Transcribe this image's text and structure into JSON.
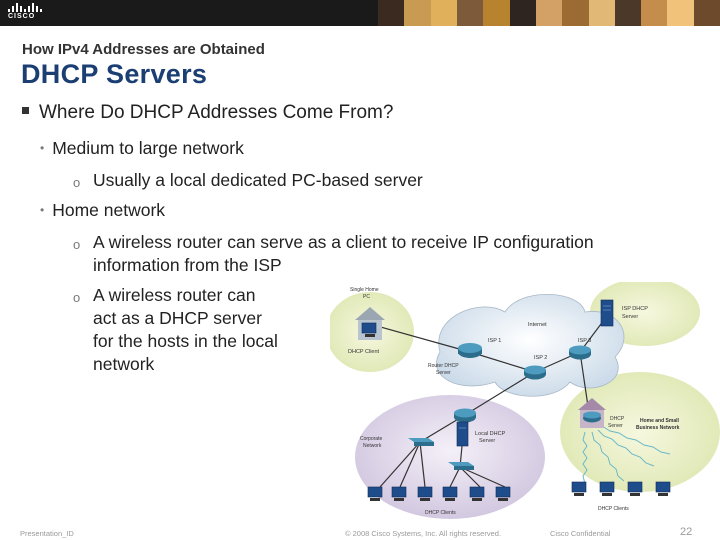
{
  "header": {
    "brand": "CISCO",
    "photo_colors": [
      "#3a2a1f",
      "#c99a52",
      "#e0b05a",
      "#7d5b3a",
      "#b7832f",
      "#2f2520",
      "#d3a066",
      "#9c6b34",
      "#e2b876",
      "#4b3829",
      "#c58d4b",
      "#f0c27a",
      "#6e4a2c"
    ]
  },
  "slide": {
    "subtitle": "How IPv4 Addresses are Obtained",
    "title": "DHCP Servers",
    "bullet_main": "Where Do DHCP Addresses Come From?",
    "b_medium": "Medium to large network",
    "b_medium_sub": "Usually a local dedicated PC-based server",
    "b_home": "Home network",
    "b_home_sub1_line1": "A wireless router can serve as a client to receive IP configuration",
    "b_home_sub1_line2": "information from the ISP",
    "b_home_sub2_line1": "A wireless router can",
    "b_home_sub2_line2": "act as a DHCP server",
    "b_home_sub2_line3": "for the hosts in the local",
    "b_home_sub2_line4": "network",
    "sub_marker": "o"
  },
  "diagram": {
    "single_home_1": "Single Home",
    "single_home_2": "PC",
    "dhcp_client": "DHCP Client",
    "internet": "Internet",
    "isp1": "ISP 1",
    "isp2": "ISP 2",
    "isp3": "ISP 3",
    "router_dhcp_1": "Router DHCP",
    "router_dhcp_2": "Server",
    "isp_dhcp_1": "ISP DHCP",
    "isp_dhcp_2": "Server",
    "corp_1": "Corporate",
    "corp_2": "Network",
    "local_dhcp_1": "Local DHCP",
    "local_dhcp_2": "Server",
    "dhcp_server_1": "DHCP",
    "dhcp_server_2": "Server",
    "home_small_1": "Home and Small",
    "home_small_2": "Business Network",
    "dhcp_clients_left": "DHCP Clients",
    "dhcp_clients_right": "DHCP Clients"
  },
  "footer": {
    "presentation_id": "Presentation_ID",
    "copyright": "© 2008 Cisco Systems, Inc. All rights reserved.",
    "confidential": "Cisco Confidential",
    "page_number": "22"
  }
}
